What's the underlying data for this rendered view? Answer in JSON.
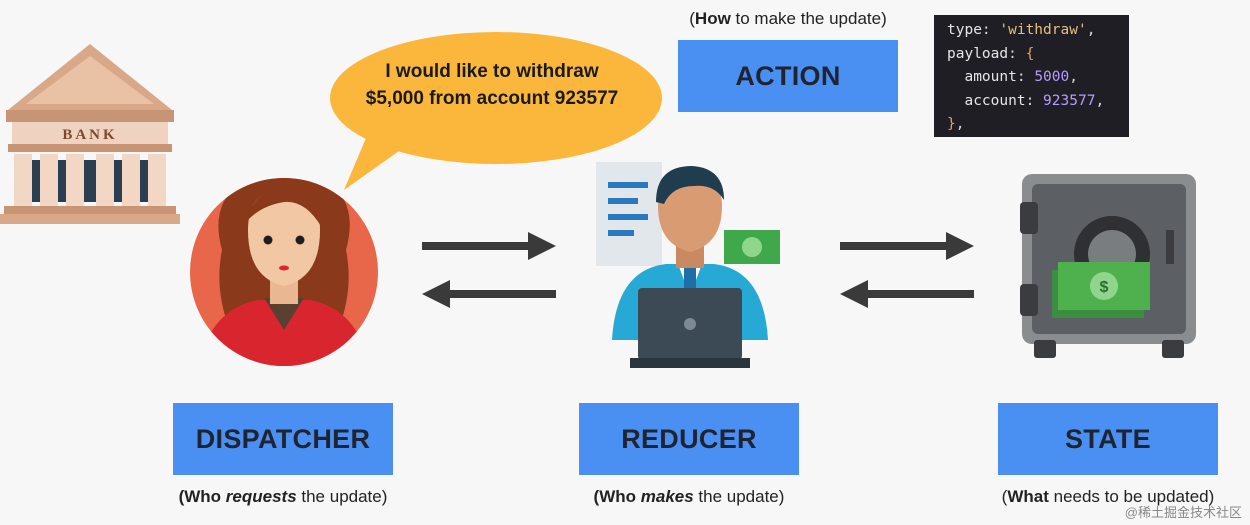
{
  "bubble": {
    "line1": "I would like to withdraw",
    "line2": "$5,000 from account 923577"
  },
  "action": {
    "caption_bold": "How",
    "caption_rest": " to make the update)",
    "caption_open": "(",
    "label": "ACTION"
  },
  "code": {
    "line1_key": "type",
    "line1_val": "'withdraw'",
    "line2_key": "payload",
    "line3_key": "amount",
    "line3_val": "5000",
    "line4_key": "account",
    "line4_val": "923577"
  },
  "bank": {
    "sign": "BANK"
  },
  "dispatcher": {
    "label": "DISPATCHER",
    "cap_a": "(Who ",
    "cap_em": "requests",
    "cap_b": " the update)"
  },
  "reducer": {
    "label": "REDUCER",
    "cap_a": "(Who ",
    "cap_em": "makes",
    "cap_b": " the update)"
  },
  "state": {
    "label": "STATE",
    "cap_a": "(",
    "cap_bold": "What",
    "cap_b": " needs to be updated)"
  },
  "watermark": "@稀土掘金技术社区",
  "colors": {
    "label_bg": "#4a8ff2",
    "bubble": "#fbb73c",
    "dispatcher_circle": "#e8674a",
    "hair": "#8a3a1a",
    "jacket": "#d9252e",
    "shirt": "#27a9d6",
    "laptop": "#3c4a55",
    "safe": "#5c5f63",
    "money": "#3fa84a",
    "arrow": "#3a3a3a"
  }
}
